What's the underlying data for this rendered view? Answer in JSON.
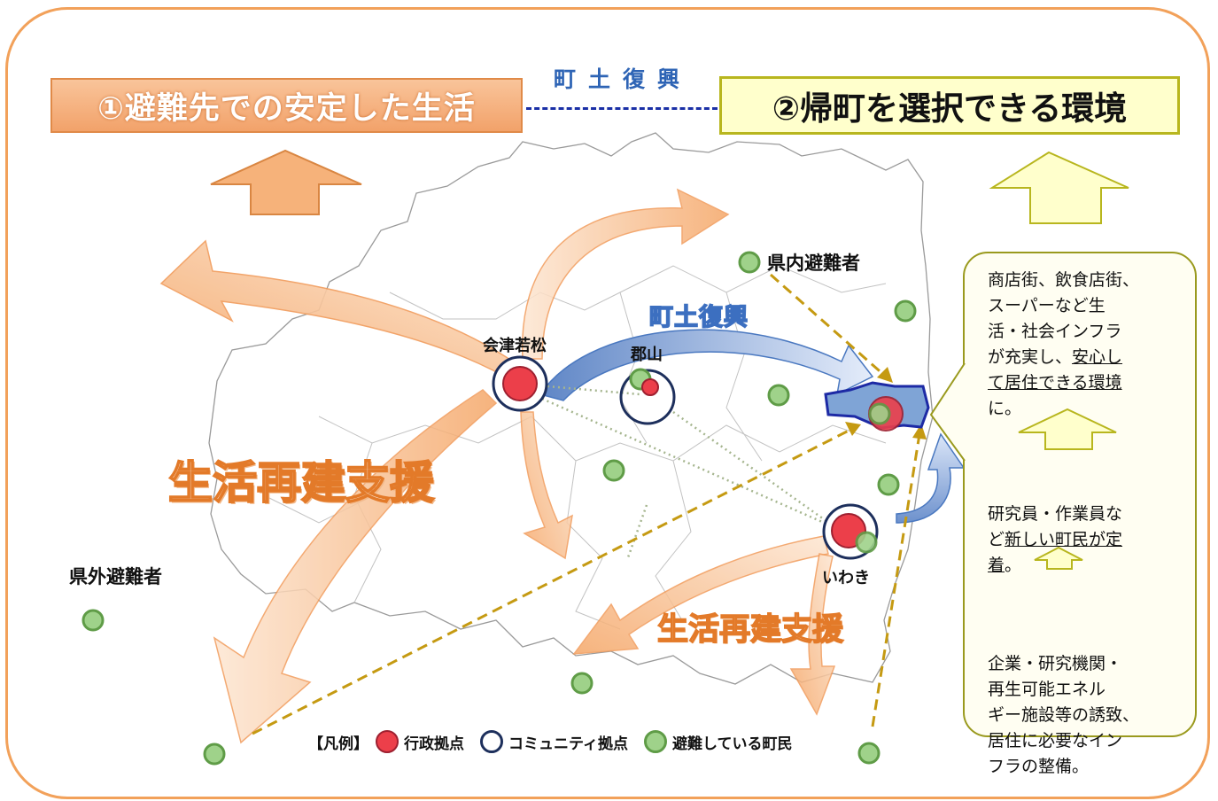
{
  "header": {
    "goal_left": "①避難先での安定した生活",
    "goal_right": "②帰町を選択できる環境",
    "connector": "町土復興"
  },
  "map": {
    "center_arrow_label": "町土復興",
    "labels": {
      "in_prefecture": "県内避難者",
      "out_prefecture": "県外避難者",
      "aizu": "会津若松",
      "koriyama": "郡山",
      "iwaki": "いわき"
    },
    "support_large": "生活再建支援",
    "support_small": "生活再建支援"
  },
  "callout": {
    "step1_lines": [
      "商店街、飲食店街、",
      "スーパーなど生",
      "活・社会インフラ",
      "が充実し、",
      "安心し",
      "て居住できる環境",
      "に。"
    ],
    "step2_lines": [
      "研究員・作業員な",
      "ど",
      "新しい町民が定",
      "着",
      "。"
    ],
    "step3_lines": [
      "企業・研究機関・",
      "再生可能エネル",
      "ギー施設等の誘致、",
      "居住に必要なイン",
      "フラの整備。"
    ]
  },
  "legend": {
    "title": "【凡例】",
    "admin": "行政拠点",
    "community": "コミュニティ拠点",
    "evacuees": "避難している町民"
  },
  "colors": {
    "orange": "#f2a15a",
    "yellow": "#ffffcc",
    "blue": "#2e64b5",
    "green": "#9fd28a",
    "red": "#ec3f4a"
  }
}
